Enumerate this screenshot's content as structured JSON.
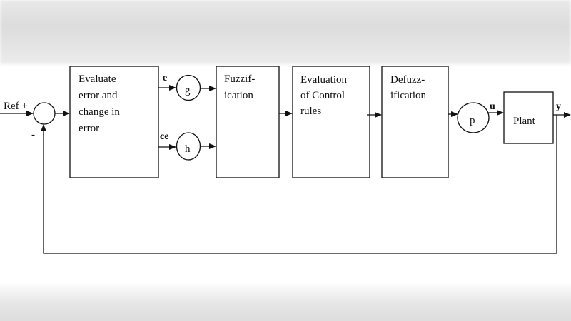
{
  "diagram": {
    "input_label": "Ref +",
    "minus_sign": "-",
    "blocks": {
      "evaluate": [
        "Evaluate",
        "error and",
        "change in",
        "error"
      ],
      "fuzzification": [
        "Fuzzif-",
        "ication"
      ],
      "rules": [
        "Evaluation",
        "of Control",
        "rules"
      ],
      "defuzzification": [
        "Defuzz-",
        "ification"
      ],
      "plant": "Plant"
    },
    "gains": {
      "g": "g",
      "h": "h",
      "p": "p"
    },
    "signals": {
      "e": "e",
      "ce": "ce",
      "u": "u",
      "y": "y"
    }
  }
}
